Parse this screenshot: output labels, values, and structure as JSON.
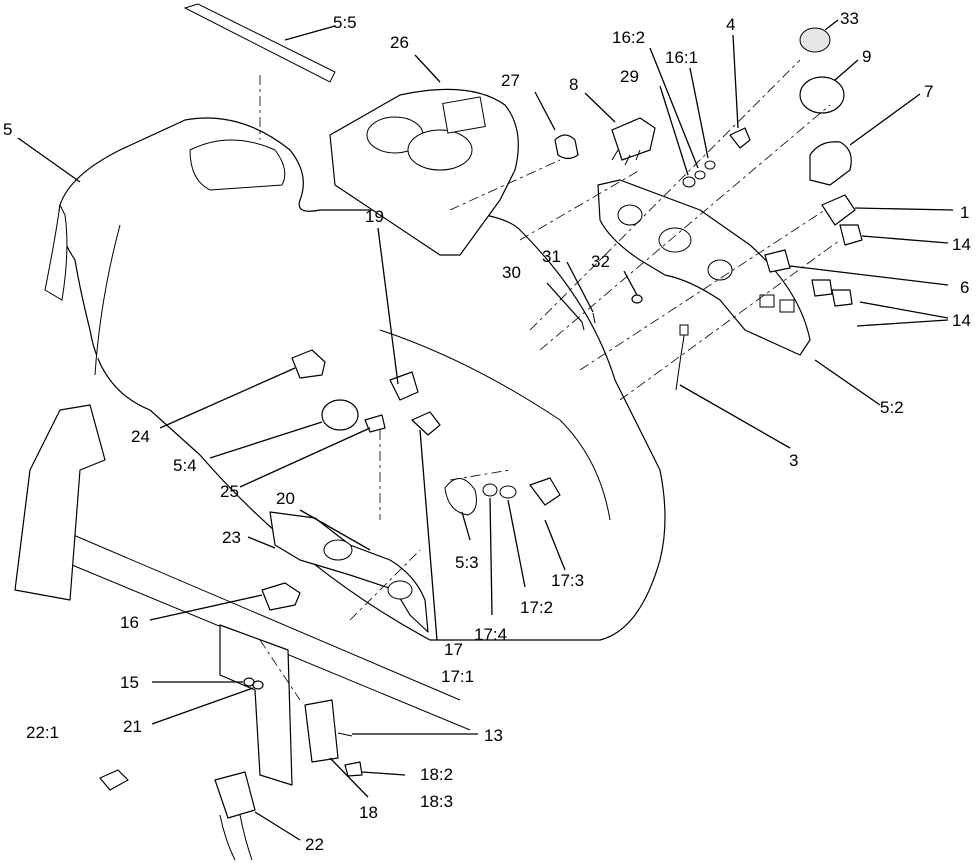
{
  "callouts": [
    {
      "id": "c-5-5",
      "text": "5:5"
    },
    {
      "id": "c-26",
      "text": "26"
    },
    {
      "id": "c-27",
      "text": "27"
    },
    {
      "id": "c-8",
      "text": "8"
    },
    {
      "id": "c-29",
      "text": "29"
    },
    {
      "id": "c-16-2",
      "text": "16:2"
    },
    {
      "id": "c-16-1",
      "text": "16:1"
    },
    {
      "id": "c-4",
      "text": "4"
    },
    {
      "id": "c-33",
      "text": "33"
    },
    {
      "id": "c-9",
      "text": "9"
    },
    {
      "id": "c-7",
      "text": "7"
    },
    {
      "id": "c-5",
      "text": "5"
    },
    {
      "id": "c-19",
      "text": "19"
    },
    {
      "id": "c-32",
      "text": "32"
    },
    {
      "id": "c-31",
      "text": "31"
    },
    {
      "id": "c-30",
      "text": "30"
    },
    {
      "id": "c-1",
      "text": "1"
    },
    {
      "id": "c-14a",
      "text": "14"
    },
    {
      "id": "c-6",
      "text": "6"
    },
    {
      "id": "c-14b",
      "text": "14"
    },
    {
      "id": "c-5-2",
      "text": "5:2"
    },
    {
      "id": "c-3",
      "text": "3"
    },
    {
      "id": "c-24",
      "text": "24"
    },
    {
      "id": "c-5-4",
      "text": "5:4"
    },
    {
      "id": "c-25",
      "text": "25"
    },
    {
      "id": "c-20",
      "text": "20"
    },
    {
      "id": "c-23",
      "text": "23"
    },
    {
      "id": "c-5-3",
      "text": "5:3"
    },
    {
      "id": "c-17-3",
      "text": "17:3"
    },
    {
      "id": "c-17-2",
      "text": "17:2"
    },
    {
      "id": "c-17-4",
      "text": "17:4"
    },
    {
      "id": "c-16",
      "text": "16"
    },
    {
      "id": "c-17",
      "text": "17"
    },
    {
      "id": "c-17-1",
      "text": "17:1"
    },
    {
      "id": "c-15",
      "text": "15"
    },
    {
      "id": "c-21",
      "text": "21"
    },
    {
      "id": "c-13",
      "text": "13"
    },
    {
      "id": "c-22-1",
      "text": "22:1"
    },
    {
      "id": "c-18-2",
      "text": "18:2"
    },
    {
      "id": "c-18-3",
      "text": "18:3"
    },
    {
      "id": "c-18",
      "text": "18"
    },
    {
      "id": "c-22",
      "text": "22"
    }
  ]
}
